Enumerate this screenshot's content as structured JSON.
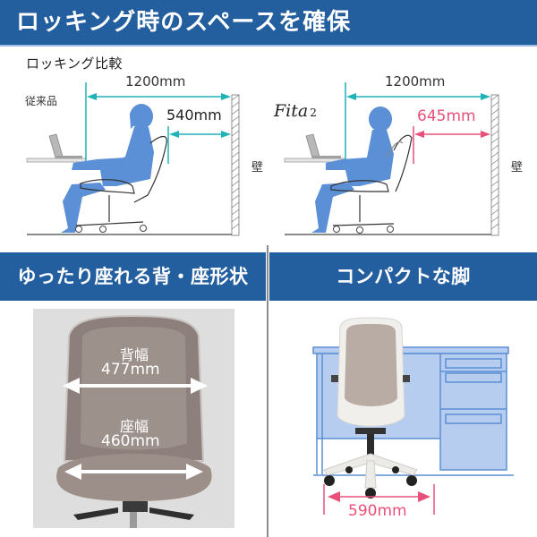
{
  "header": {
    "title": "ロッキング時のスペースを確保",
    "bg_color": "#235e9f"
  },
  "rocking": {
    "subtitle": "ロッキング比較",
    "wall_label": "壁",
    "conventional": {
      "label": "従来品",
      "room_depth": "1200mm",
      "clearance": "540mm",
      "clearance_color": "#1fb3b8"
    },
    "fita2": {
      "label": "Fita",
      "label_sub": "2",
      "room_depth": "1200mm",
      "clearance": "645mm",
      "clearance_color": "#e8507a"
    },
    "dimension_color": "#1fb3b8",
    "figure_color": "#5b8fd6"
  },
  "sections": {
    "left": {
      "title": "ゆったり座れる背・座形状",
      "back_width_label": "背幅",
      "back_width_value": "477mm",
      "seat_width_label": "座幅",
      "seat_width_value": "460mm"
    },
    "right": {
      "title": "コンパクトな脚",
      "base_width_value": "590mm",
      "base_width_color": "#e8507a",
      "desk_color": "#b7cdf0"
    }
  }
}
